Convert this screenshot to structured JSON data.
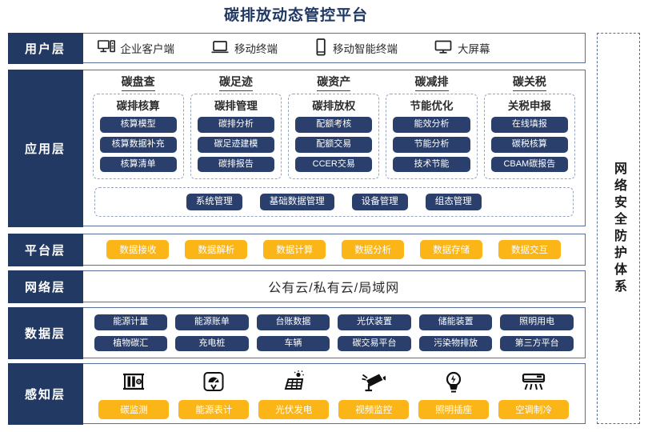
{
  "title": "碳排放动态管控平台",
  "colors": {
    "navy": "#223a63",
    "pill_navy": "#2a3f6b",
    "amber": "#fbb517",
    "border": "#5a6f97",
    "title": "#1f3864"
  },
  "security_band": {
    "label": "网络安全防护体系"
  },
  "layers": {
    "user": {
      "label": "用户层",
      "items": [
        {
          "icon": "desktop-tower-icon",
          "label": "企业客户端"
        },
        {
          "icon": "laptop-icon",
          "label": "移动终端"
        },
        {
          "icon": "smartphone-icon",
          "label": "移动智能终端"
        },
        {
          "icon": "monitor-icon",
          "label": "大屏幕"
        }
      ]
    },
    "application": {
      "label": "应用层",
      "groups": [
        {
          "title": "碳盘查",
          "subtitle": "碳排核算",
          "items": [
            "核算模型",
            "核算数据补充",
            "核算清单"
          ]
        },
        {
          "title": "碳足迹",
          "subtitle": "碳排管理",
          "items": [
            "碳排分析",
            "碳足迹建模",
            "碳排报告"
          ]
        },
        {
          "title": "碳资产",
          "subtitle": "碳排放权",
          "items": [
            "配额考核",
            "配额交易",
            "CCER交易"
          ]
        },
        {
          "title": "碳减排",
          "subtitle": "节能优化",
          "items": [
            "能效分析",
            "节能分析",
            "技术节能"
          ]
        },
        {
          "title": "碳关税",
          "subtitle": "关税申报",
          "items": [
            "在线填报",
            "碳税核算",
            "CBAM碳报告"
          ]
        }
      ],
      "common": [
        "系统管理",
        "基础数据管理",
        "设备管理",
        "组态管理"
      ]
    },
    "platform": {
      "label": "平台层",
      "items": [
        "数据接收",
        "数据解析",
        "数据计算",
        "数据分析",
        "数据存储",
        "数据交互"
      ]
    },
    "network": {
      "label": "网络层",
      "text": "公有云/私有云/局域网"
    },
    "data": {
      "label": "数据层",
      "row1": [
        "能源计量",
        "能源账单",
        "台账数据",
        "光伏装置",
        "储能装置",
        "照明用电"
      ],
      "row2": [
        "植物碳汇",
        "充电桩",
        "车辆",
        "碳交易平台",
        "污染物排放",
        "第三方平台"
      ]
    },
    "perception": {
      "label": "感知层",
      "items": [
        {
          "icon": "co2-monitor-icon",
          "label": "碳监测"
        },
        {
          "icon": "energy-meter-icon",
          "label": "能源表计"
        },
        {
          "icon": "solar-panel-icon",
          "label": "光伏发电"
        },
        {
          "icon": "cctv-camera-icon",
          "label": "视频监控"
        },
        {
          "icon": "light-bulb-icon",
          "label": "照明插座"
        },
        {
          "icon": "air-conditioner-icon",
          "label": "空调制冷"
        }
      ]
    }
  }
}
